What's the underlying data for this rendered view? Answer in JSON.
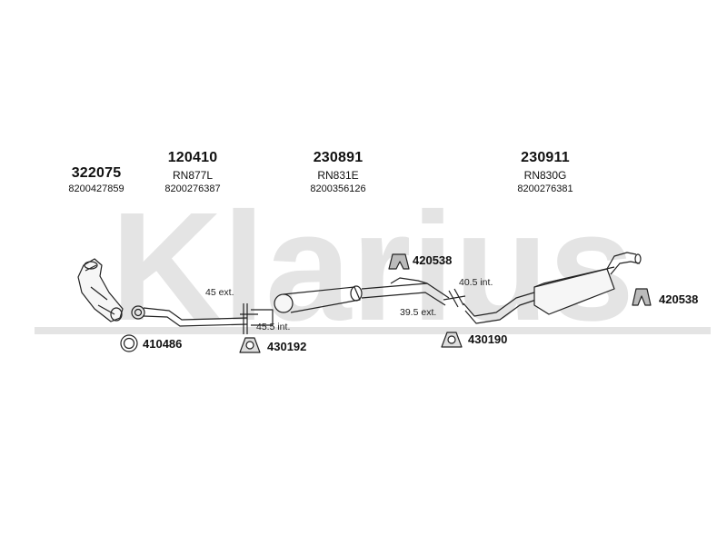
{
  "watermark": "Klarius",
  "parts": [
    {
      "number": "322075",
      "code": "",
      "oe": "8200427859"
    },
    {
      "number": "120410",
      "code": "RN877L",
      "oe": "8200276387"
    },
    {
      "number": "230891",
      "code": "RN831E",
      "oe": "8200356126"
    },
    {
      "number": "230911",
      "code": "RN830G",
      "oe": "8200276381"
    }
  ],
  "callouts": {
    "ring": "410486",
    "mount1": "430192",
    "mount2": "430190",
    "bracket1": "420538",
    "bracket2": "420538"
  },
  "measurements": {
    "ext45": "45 ext.",
    "int45_5": "45.5 int.",
    "int40_5": "40.5 int.",
    "ext39_5": "39.5 ext."
  }
}
